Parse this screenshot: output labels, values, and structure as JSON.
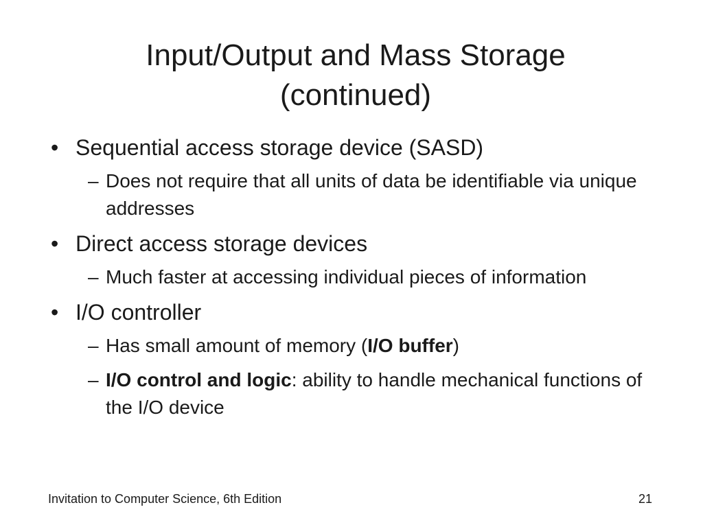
{
  "title": {
    "line1": "Input/Output and Mass Storage",
    "line2": "(continued)"
  },
  "bullets": [
    {
      "text": "Sequential access storage device (SASD)",
      "subs": [
        {
          "text": "Does not require that all units of data be identifiable via unique addresses"
        }
      ]
    },
    {
      "text": "Direct access storage devices",
      "subs": [
        {
          "text": "Much faster at accessing individual pieces of information"
        }
      ]
    },
    {
      "text": "I/O controller",
      "subs": [
        {
          "pre": "Has small amount of memory (",
          "bold": "I/O buffer",
          "post": ")"
        },
        {
          "pre": "",
          "bold": "I/O control and logic",
          "post": ": ability to handle mechanical functions of the I/O device"
        }
      ]
    }
  ],
  "footer": {
    "left": "Invitation to Computer Science, 6th Edition",
    "page_number": "21"
  }
}
